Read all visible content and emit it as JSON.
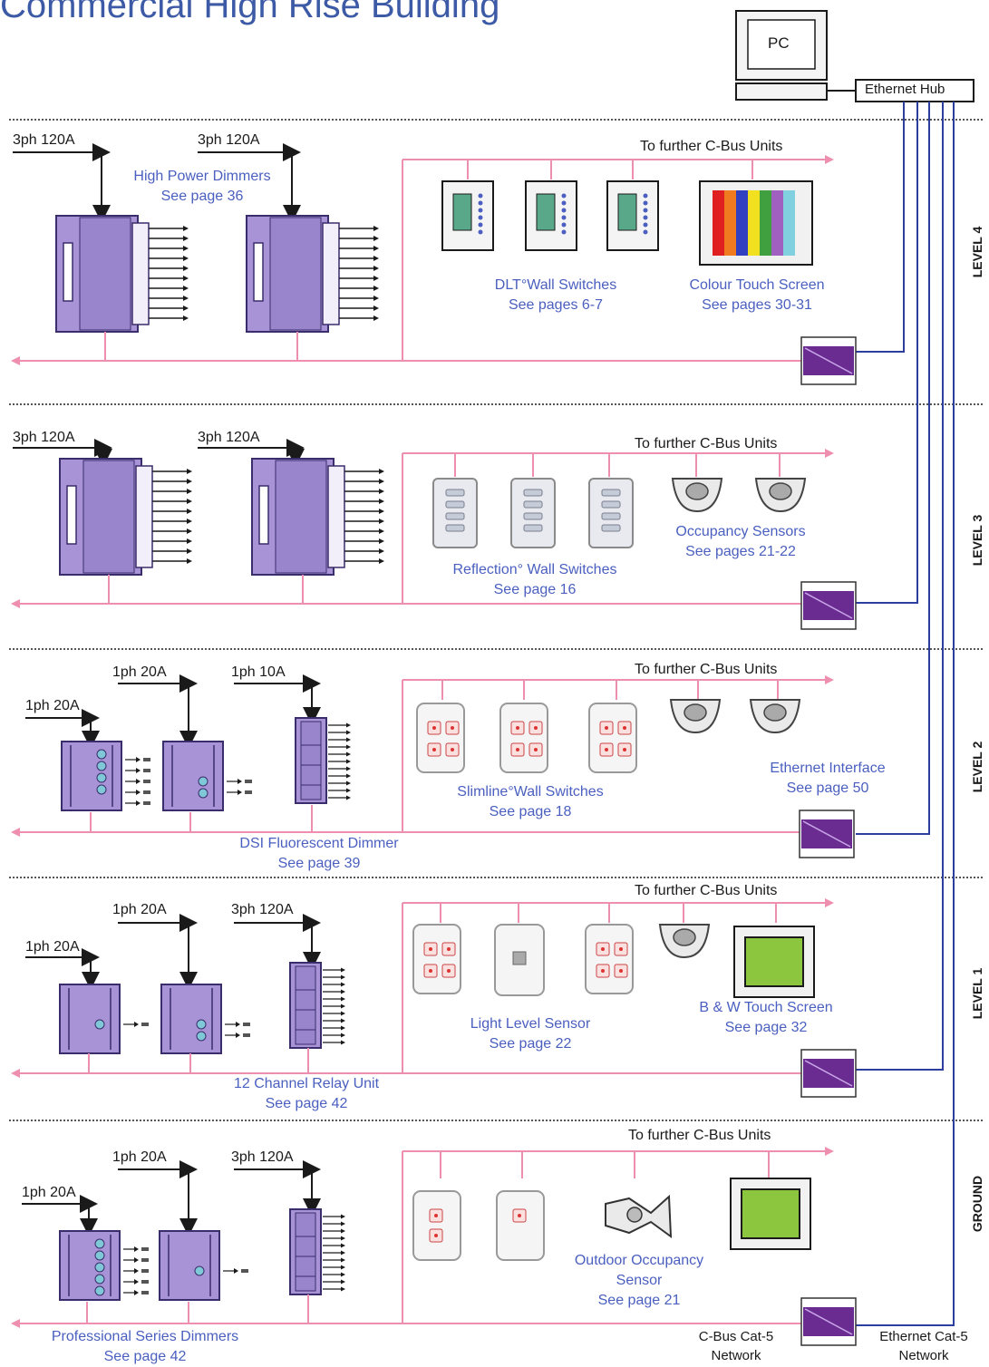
{
  "title": "Commercial High Rise Building",
  "pc_label": "PC",
  "hub_label": "Ethernet Hub",
  "further_units": "To further C-Bus Units",
  "levels": [
    {
      "name": "LEVEL 4",
      "feeds": [
        "3ph 120A",
        "3ph 120A"
      ],
      "captions": [
        {
          "line1": "High Power Dimmers",
          "line2": "See page 36"
        },
        {
          "line1": "DLT°Wall Switches",
          "line2": "See pages 6-7"
        },
        {
          "line1": "Colour Touch Screen",
          "line2": "See pages  30-31"
        }
      ]
    },
    {
      "name": "LEVEL 3",
      "feeds": [
        "3ph 120A",
        "3ph 120A"
      ],
      "captions": [
        {
          "line1": "Occupancy Sensors",
          "line2": "See pages 21-22"
        },
        {
          "line1": "Reflection° Wall Switches",
          "line2": "See page 16"
        }
      ]
    },
    {
      "name": "LEVEL 2",
      "feeds": [
        "1ph 20A",
        "1ph 20A",
        "1ph 10A"
      ],
      "captions": [
        {
          "line1": "Ethernet Interface",
          "line2": "See page 50"
        },
        {
          "line1": "Slimline°Wall Switches",
          "line2": "See page 18"
        },
        {
          "line1": "DSI Fluorescent Dimmer",
          "line2": "See page 39"
        }
      ]
    },
    {
      "name": "LEVEL 1",
      "feeds": [
        "1ph 20A",
        "1ph 20A",
        "3ph 120A"
      ],
      "captions": [
        {
          "line1": "B & W Touch Screen",
          "line2": "See page 32"
        },
        {
          "line1": "Light Level Sensor",
          "line2": "See page 22"
        },
        {
          "line1": "12 Channel Relay Unit",
          "line2": "See page 42"
        }
      ]
    },
    {
      "name": "GROUND",
      "feeds": [
        "1ph 20A",
        "1ph 20A",
        "3ph 120A"
      ],
      "captions": [
        {
          "line1": "Outdoor Occupancy",
          "line2": "Sensor",
          "line3": "See page 21"
        },
        {
          "line1": "Professional Series Dimmers",
          "line2": "See page 42"
        }
      ]
    }
  ],
  "network_labels": {
    "cbus": {
      "line1": "C-Bus Cat-5",
      "line2": "Network"
    },
    "ethernet": {
      "line1": "Ethernet Cat-5",
      "line2": "Network"
    }
  },
  "colors": {
    "cbus_line": "#ee8fb0",
    "ethernet_line": "#2c3e9e",
    "unit_fill": "#a893d6",
    "unit_stroke": "#3a2d6b",
    "caption_text": "#4a5fbf",
    "interface_fill": "#6a2c91"
  }
}
